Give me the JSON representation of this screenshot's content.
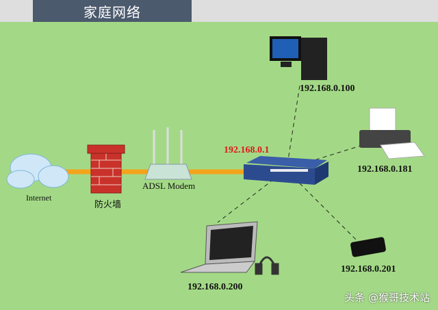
{
  "title": "家庭网络",
  "nodes": {
    "internet": "Internet",
    "firewall": "防火墙",
    "modem": "ADSL Modem",
    "router_ip": "192.168.0.1",
    "desktop_ip": "192.168.0.100",
    "printer_ip": "192.168.0.181",
    "phone_ip": "192.168.0.201",
    "laptop_ip": "192.168.0.200"
  },
  "watermark": "头条 @猴哥技术站",
  "colors": {
    "background": "#a3d986",
    "header": "#4b5a6d",
    "wan_link": "#f3a41b",
    "router_ip": "#e0161e"
  }
}
